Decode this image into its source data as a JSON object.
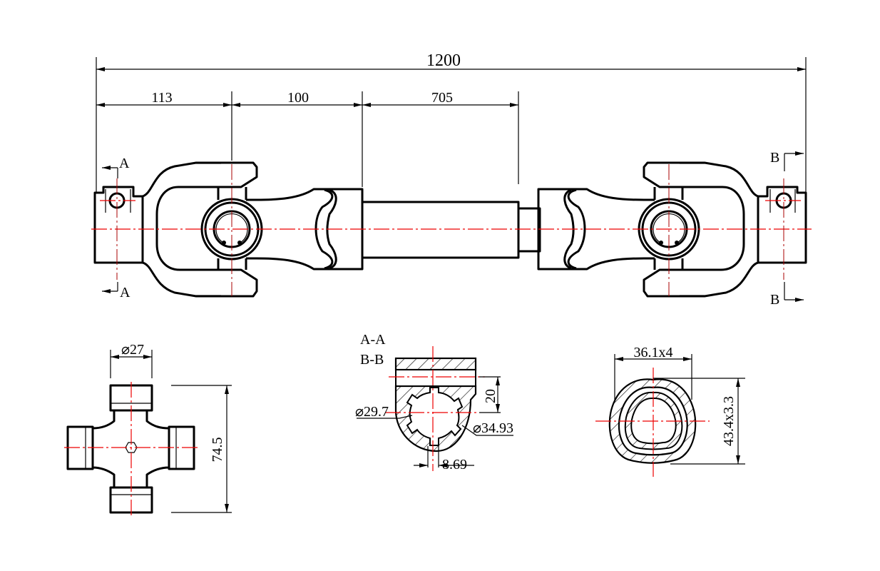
{
  "drawing": {
    "overall_length": "1200",
    "dim_yoke_to_cross": "113",
    "dim_cross_to_tube": "100",
    "dim_tube": "705",
    "section_marks": {
      "a_top": "A",
      "a_bottom": "A",
      "b_top": "B",
      "b_bottom": "B"
    },
    "cross": {
      "diameter": "⌀27",
      "span": "74.5"
    },
    "section": {
      "label_a": "A-A",
      "label_b": "B-B",
      "offset": "20",
      "inner_diameter": "⌀29.7",
      "outer_diameter": "⌀34.93",
      "slot_width": "8.69"
    },
    "tube_profile": {
      "width": "36.1x4",
      "height": "43.4x3.3"
    }
  },
  "colors": {
    "outline": "#000000",
    "centerline": "#e00000"
  }
}
